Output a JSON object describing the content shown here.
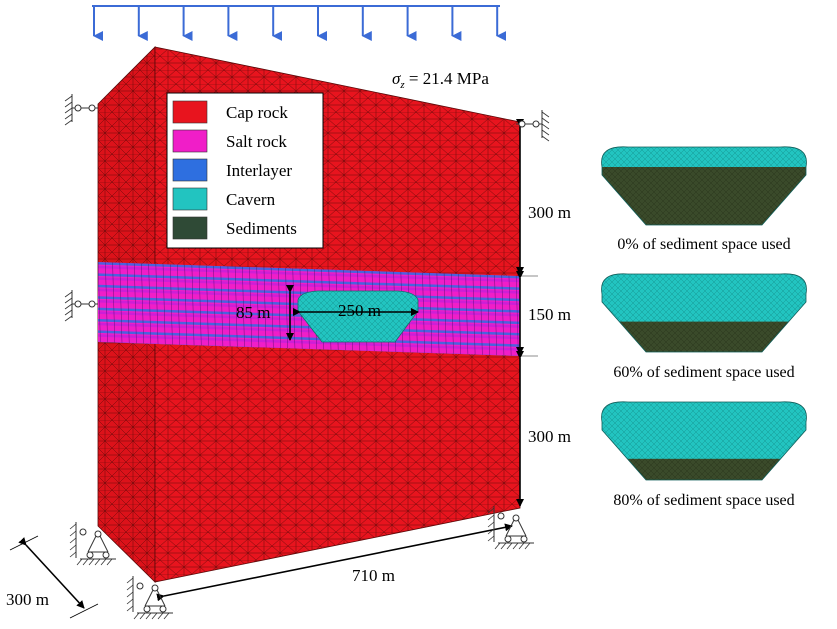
{
  "stress_label": {
    "symbol": "σ",
    "subscript": "z",
    "value": " = 21.4 MPa"
  },
  "legend": {
    "items": [
      {
        "label": "Cap rock",
        "color": "#e8141e"
      },
      {
        "label": "Salt rock",
        "color": "#f01ec8"
      },
      {
        "label": "Interlayer",
        "color": "#2e6fe0"
      },
      {
        "label": "Cavern",
        "color": "#22c4c0"
      },
      {
        "label": "Sediments",
        "color": "#2f4a36"
      }
    ]
  },
  "dimensions": {
    "top_layer": "300 m",
    "middle_layer": "150 m",
    "bottom_layer": "300 m",
    "width": "710 m",
    "depth": "300 m",
    "cavern_height": "85 m",
    "cavern_width": "250 m"
  },
  "cavern_cases": [
    {
      "caption": "0% of sediment space used",
      "fraction": 0.0
    },
    {
      "caption": "60% of sediment space used",
      "fraction": 0.6
    },
    {
      "caption": "80% of sediment space used",
      "fraction": 0.8
    }
  ],
  "colors": {
    "cap_rock": "#e8141e",
    "cap_rock_side": "#d80f18",
    "salt_rock": "#f01ec8",
    "interlayer": "#2e6fe0",
    "cavern": "#22c4c0",
    "sediments": "#3a4a2a",
    "load_arrow": "#3b6bd6"
  }
}
